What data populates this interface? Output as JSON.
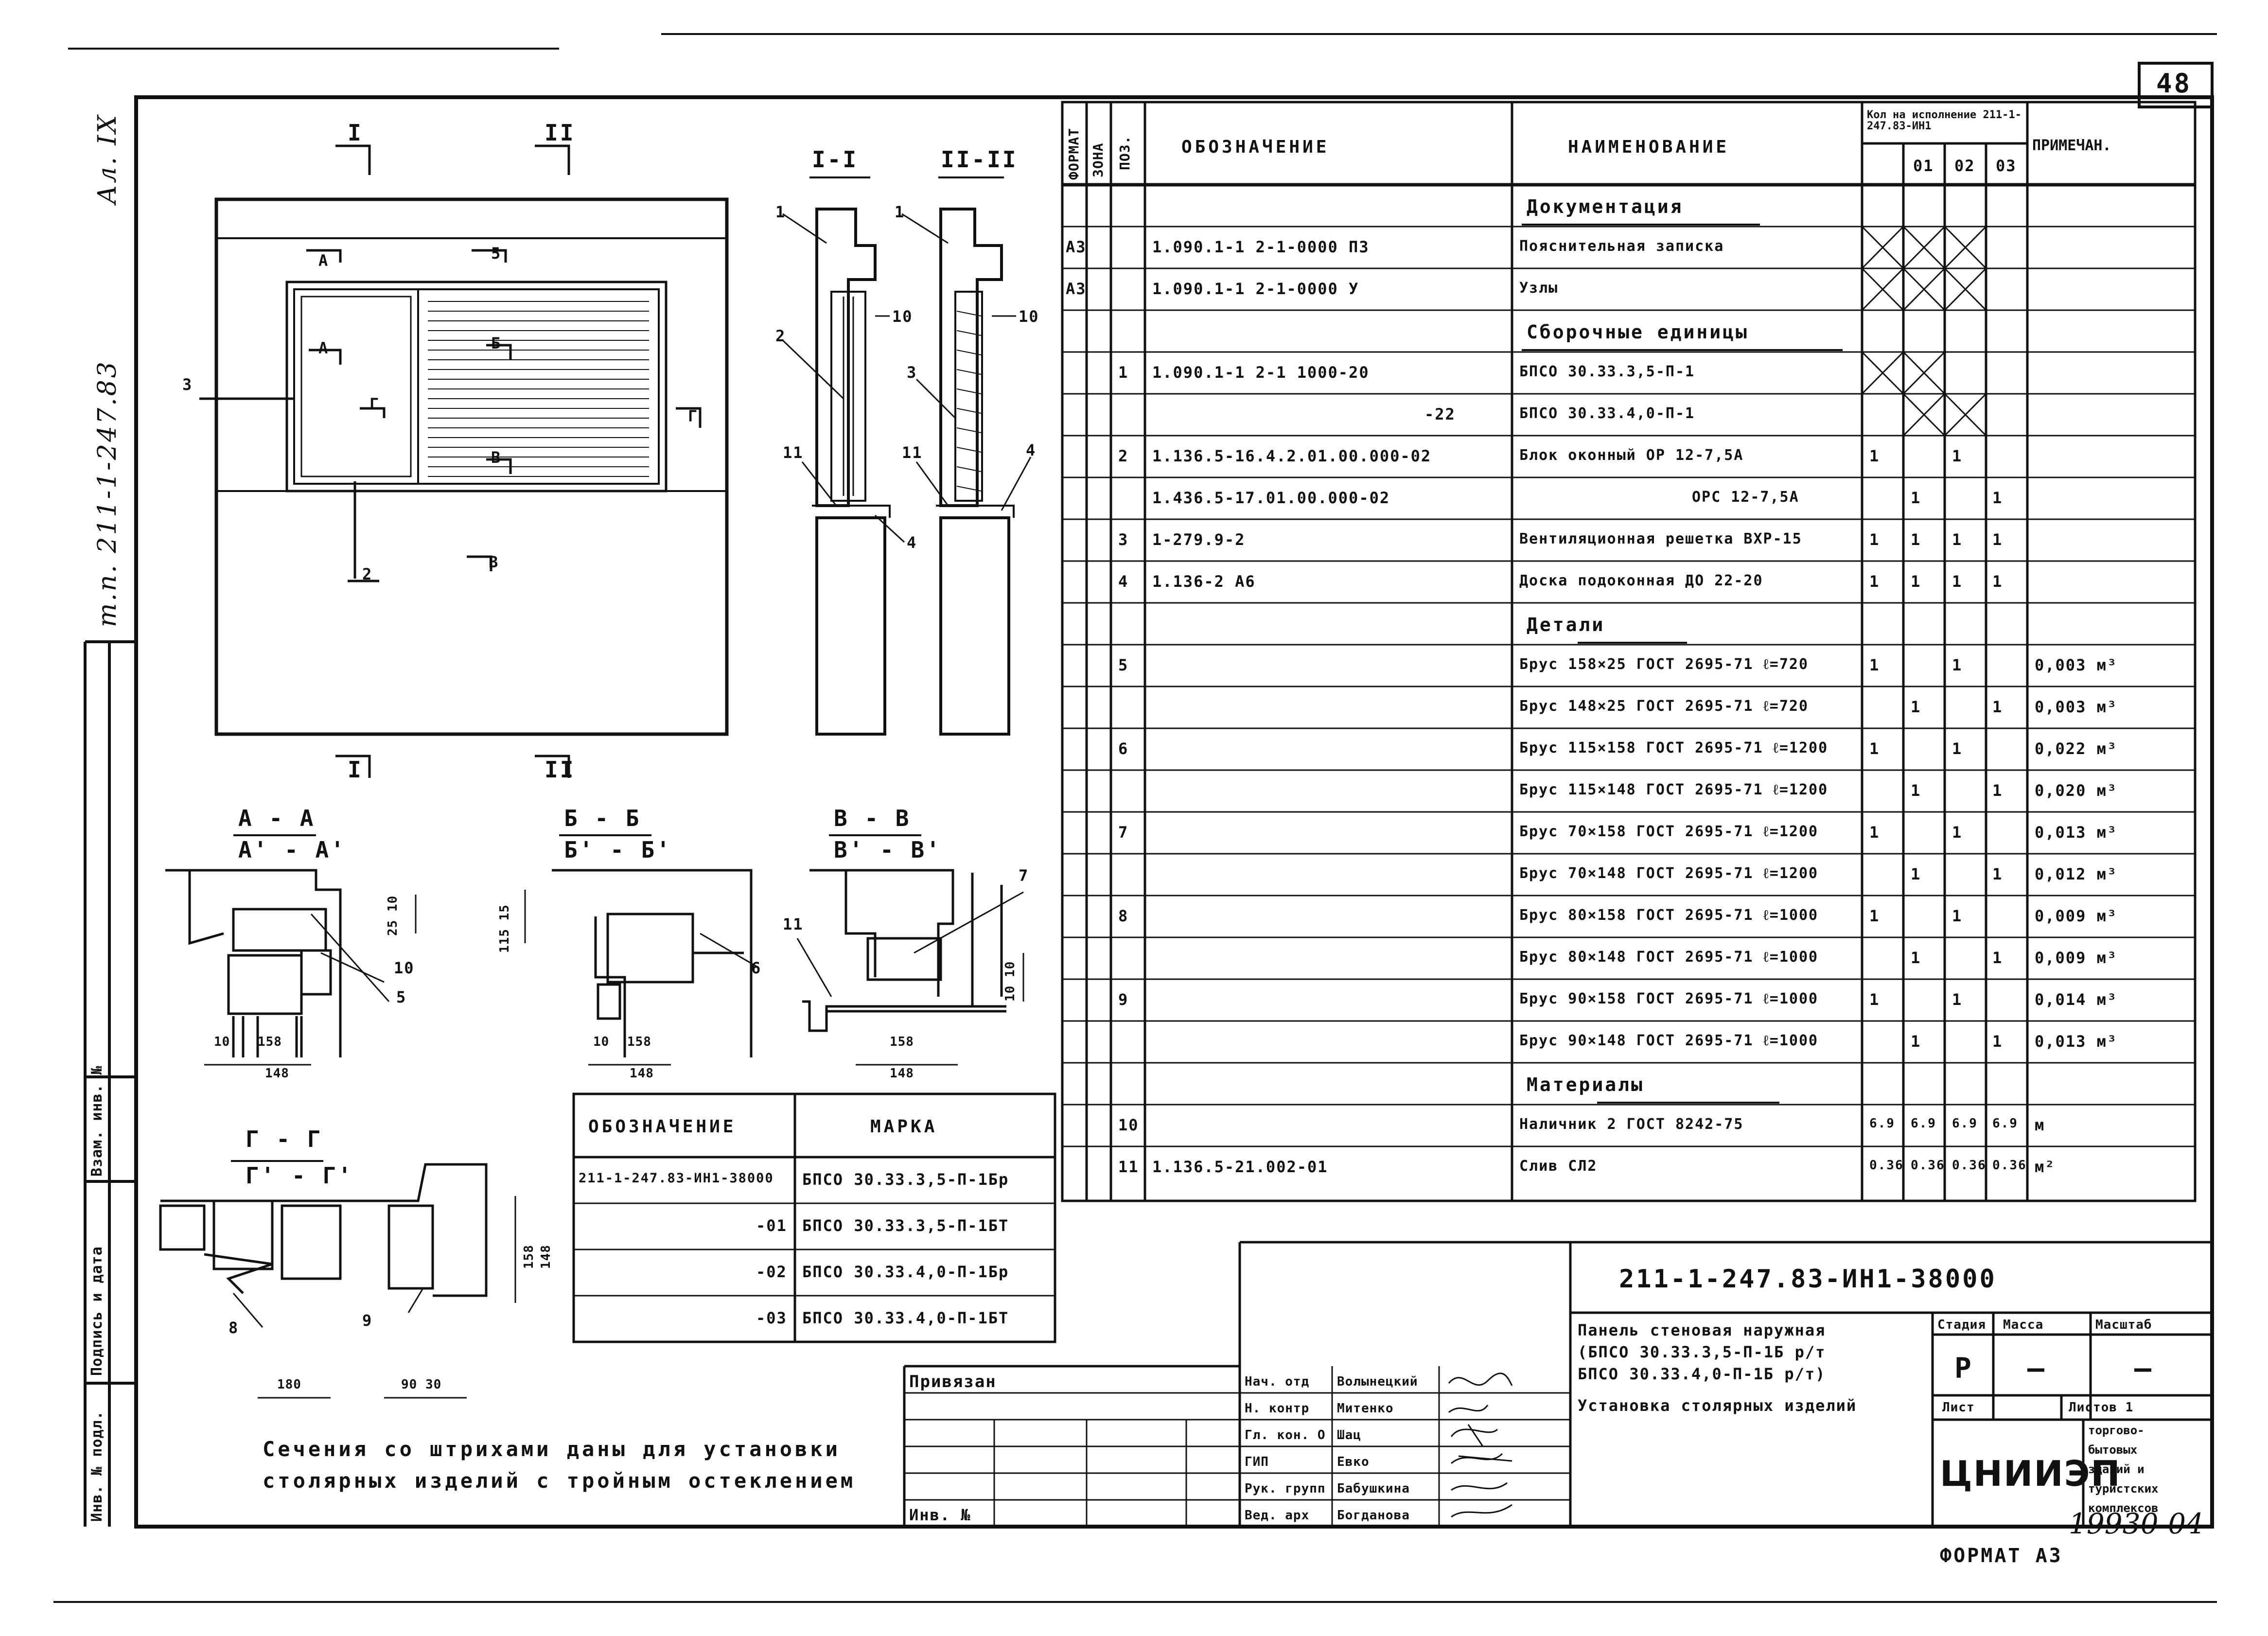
{
  "sheet": {
    "page_number": "48",
    "side_code": "Ал. IX",
    "project_vertical": "т.п. 211-1-247.83",
    "format": "ФОРМАТ А3",
    "archive_number": "19930-04",
    "stamp_side_labels": [
      "Инв. № подл.",
      "Подпись и дата",
      "Взам. инв. №"
    ]
  },
  "spec_table": {
    "headers": {
      "format": "ФОРМАТ",
      "zone": "ЗОНА",
      "pos": "ПОЗ.",
      "designation": "ОБОЗНАЧЕНИЕ",
      "name": "НАИМЕНОВАНИЕ",
      "qty_group": "Кол на исполнение 211-1-247.83-ИН1",
      "q01": "01",
      "q02": "02",
      "q03": "03",
      "note": "ПРИМЕЧАН."
    },
    "rows": [
      {
        "fmt": "",
        "pos": "",
        "designation": "",
        "name": "Документация",
        "q0": "",
        "q1": "",
        "q2": "",
        "q3": "",
        "note": "",
        "section": true
      },
      {
        "fmt": "А3",
        "pos": "",
        "designation": "1.090.1-1 2-1-0000 ПЗ",
        "name": "Пояснительная записка",
        "q0": "",
        "q1": "",
        "q2": "",
        "q3": "",
        "note": "",
        "cross": [
          1,
          1,
          1
        ]
      },
      {
        "fmt": "А3",
        "pos": "",
        "designation": "1.090.1-1 2-1-0000 У",
        "name": "Узлы",
        "q0": "",
        "q1": "",
        "q2": "",
        "q3": "",
        "note": "",
        "cross": [
          1,
          1,
          1
        ]
      },
      {
        "fmt": "",
        "pos": "",
        "designation": "",
        "name": "Сборочные единицы",
        "q0": "",
        "q1": "",
        "q2": "",
        "q3": "",
        "note": "",
        "section": true
      },
      {
        "fmt": "",
        "pos": "1",
        "designation": "1.090.1-1 2-1 1000-20",
        "name": "БПСО 30.33.3,5-П-1",
        "q0": "",
        "q1": "",
        "q2": "",
        "q3": "",
        "note": "",
        "cross": [
          1,
          1,
          0
        ]
      },
      {
        "fmt": "",
        "pos": "",
        "designation": "-22",
        "name": "БПСО 30.33.4,0-П-1",
        "q0": "",
        "q1": "",
        "q2": "",
        "q3": "",
        "note": "",
        "cross": [
          0,
          1,
          1
        ]
      },
      {
        "fmt": "",
        "pos": "2",
        "designation": "1.136.5-16.4.2.01.00.000-02",
        "name": "Блок оконный ОР 12-7,5А",
        "q0": "1",
        "q1": "",
        "q2": "1",
        "q3": "",
        "note": ""
      },
      {
        "fmt": "",
        "pos": "",
        "designation": "1.436.5-17.01.00.000-02",
        "name": "ОРС 12-7,5А",
        "q0": "",
        "q1": "1",
        "q2": "",
        "q3": "1",
        "note": ""
      },
      {
        "fmt": "",
        "pos": "3",
        "designation": "1-279.9-2",
        "name": "Вентиляционная решетка ВХР-15",
        "q0": "1",
        "q1": "1",
        "q2": "1",
        "q3": "1",
        "note": ""
      },
      {
        "fmt": "",
        "pos": "4",
        "designation": "1.136-2 А6",
        "name": "Доска подоконная ДО 22-20",
        "q0": "1",
        "q1": "1",
        "q2": "1",
        "q3": "1",
        "note": ""
      },
      {
        "fmt": "",
        "pos": "",
        "designation": "",
        "name": "Детали",
        "q0": "",
        "q1": "",
        "q2": "",
        "q3": "",
        "note": "",
        "section": true
      },
      {
        "fmt": "",
        "pos": "5",
        "designation": "",
        "name": "Брус 158×25 ГОСТ 2695-71 ℓ=720",
        "q0": "1",
        "q1": "",
        "q2": "1",
        "q3": "",
        "note": "0,003 м³"
      },
      {
        "fmt": "",
        "pos": "",
        "designation": "",
        "name": "Брус 148×25 ГОСТ 2695-71 ℓ=720",
        "q0": "",
        "q1": "1",
        "q2": "",
        "q3": "1",
        "note": "0,003 м³"
      },
      {
        "fmt": "",
        "pos": "6",
        "designation": "",
        "name": "Брус 115×158 ГОСТ 2695-71 ℓ=1200",
        "q0": "1",
        "q1": "",
        "q2": "1",
        "q3": "",
        "note": "0,022 м³"
      },
      {
        "fmt": "",
        "pos": "",
        "designation": "",
        "name": "Брус 115×148 ГОСТ 2695-71 ℓ=1200",
        "q0": "",
        "q1": "1",
        "q2": "",
        "q3": "1",
        "note": "0,020 м³"
      },
      {
        "fmt": "",
        "pos": "7",
        "designation": "",
        "name": "Брус 70×158 ГОСТ 2695-71 ℓ=1200",
        "q0": "1",
        "q1": "",
        "q2": "1",
        "q3": "",
        "note": "0,013 м³"
      },
      {
        "fmt": "",
        "pos": "",
        "designation": "",
        "name": "Брус 70×148 ГОСТ 2695-71 ℓ=1200",
        "q0": "",
        "q1": "1",
        "q2": "",
        "q3": "1",
        "note": "0,012 м³"
      },
      {
        "fmt": "",
        "pos": "8",
        "designation": "",
        "name": "Брус 80×158 ГОСТ 2695-71 ℓ=1000",
        "q0": "1",
        "q1": "",
        "q2": "1",
        "q3": "",
        "note": "0,009 м³"
      },
      {
        "fmt": "",
        "pos": "",
        "designation": "",
        "name": "Брус 80×148 ГОСТ 2695-71 ℓ=1000",
        "q0": "",
        "q1": "1",
        "q2": "",
        "q3": "1",
        "note": "0,009 м³"
      },
      {
        "fmt": "",
        "pos": "9",
        "designation": "",
        "name": "Брус 90×158 ГОСТ 2695-71 ℓ=1000",
        "q0": "1",
        "q1": "",
        "q2": "1",
        "q3": "",
        "note": "0,014 м³"
      },
      {
        "fmt": "",
        "pos": "",
        "designation": "",
        "name": "Брус 90×148 ГОСТ 2695-71 ℓ=1000",
        "q0": "",
        "q1": "1",
        "q2": "",
        "q3": "1",
        "note": "0,013 м³"
      },
      {
        "fmt": "",
        "pos": "",
        "designation": "",
        "name": "Материалы",
        "q0": "",
        "q1": "",
        "q2": "",
        "q3": "",
        "note": "",
        "section": true
      },
      {
        "fmt": "",
        "pos": "10",
        "designation": "",
        "name": "Наличник 2 ГОСТ 8242-75",
        "q0": "6.9",
        "q1": "6.9",
        "q2": "6.9",
        "q3": "6.9",
        "note": "м"
      },
      {
        "fmt": "",
        "pos": "11",
        "designation": "1.136.5-21.002-01",
        "name": "Слив СЛ2",
        "q0": "0.36",
        "q1": "0.36",
        "q2": "0.36",
        "q3": "0.36",
        "note": "м²"
      }
    ]
  },
  "mark_table": {
    "header_designation": "ОБОЗНАЧЕНИЕ",
    "header_mark": "МАРКА",
    "rows": [
      {
        "designation": "211-1-247.83-ИН1-38000",
        "mark": "БПСО 30.33.3,5-П-1Бр"
      },
      {
        "designation": "-01",
        "mark": "БПСО 30.33.3,5-П-1БТ"
      },
      {
        "designation": "-02",
        "mark": "БПСО 30.33.4,0-П-1Бр"
      },
      {
        "designation": "-03",
        "mark": "БПСО 30.33.4,0-П-1БТ"
      }
    ]
  },
  "note_text": [
    "Сечения со штрихами даны для установки",
    "столярных изделий с тройным остеклением"
  ],
  "title_block": {
    "doc_code": "211-1-247.83-ИН1-38000",
    "privyazan": "Привязан",
    "inv_label": "Инв. №",
    "title_lines": [
      "Панель стеновая наружная",
      "(БПСО 30.33.3,5-П-1Б р/т",
      "БПСО 30.33.4,0-П-1Б р/т)",
      "Установка столярных изделий"
    ],
    "stage_label": "Стадия",
    "mass_label": "Масса",
    "scale_label": "Масштаб",
    "stage_value": "Р",
    "mass_value": "—",
    "scale_value": "—",
    "sheet_label": "Лист",
    "sheets_label": "Листов 1",
    "org_name": "ЦНИИЭП",
    "org_desc": [
      "торгово-",
      "бытовых",
      "зданий и",
      "туристских",
      "комплексов"
    ],
    "staff": [
      {
        "role": "Нач. отд",
        "name": "Волынецкий"
      },
      {
        "role": "Н. контр",
        "name": "Митенко"
      },
      {
        "role": "Гл. кон. О",
        "name": "Шац"
      },
      {
        "role": "ГИП",
        "name": "Евко"
      },
      {
        "role": "Рук. групп",
        "name": "Бабушкина"
      },
      {
        "role": "Вед. арх",
        "name": "Богданова"
      }
    ]
  },
  "drawing": {
    "section_marks": {
      "sec1": "I",
      "sec2": "II",
      "a": "А",
      "b": "Б",
      "v": "В",
      "g": "Г"
    },
    "section_titles": {
      "s11": "I-I",
      "s22": "II-II",
      "aa": "А - А",
      "aa2": "А' - А'",
      "bb": "Б - Б",
      "bb2": "Б' - Б'",
      "vv": "В - В",
      "vv2": "В' - В'",
      "gg": "Г - Г",
      "gg2": "Г' - Г'"
    },
    "callouts": [
      "1",
      "2",
      "3",
      "4",
      "5",
      "6",
      "7",
      "8",
      "9",
      "10",
      "11"
    ],
    "dims": {
      "d10": "10",
      "d158": "158",
      "d148": "148",
      "d25_10": "25 10",
      "d115_15": "115 15",
      "d10_10": "10 10",
      "d180": "180",
      "d90_30": "90 30",
      "d158v": "158",
      "d148v": "148"
    }
  }
}
